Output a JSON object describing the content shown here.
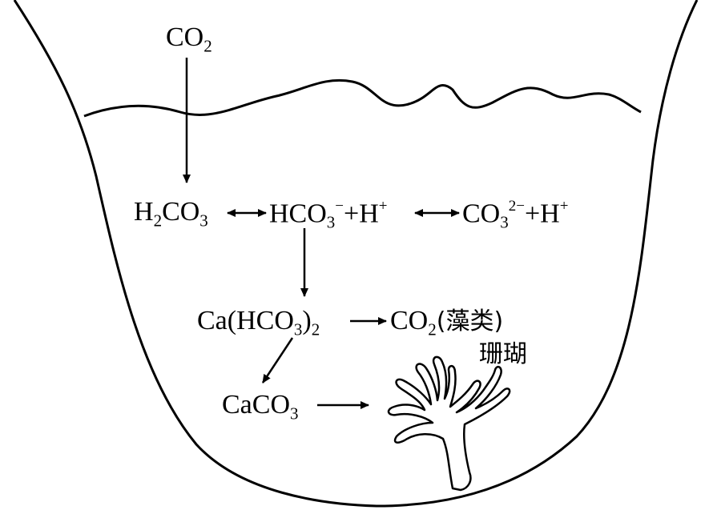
{
  "labels": {
    "co2_top": {
      "base": "CO",
      "sub": "2"
    },
    "h2co3": {
      "p1": "H",
      "sub1": "2",
      "p2": "CO",
      "sub2": "3"
    },
    "hco3_h": {
      "p1": "HCO",
      "sub1": "3",
      "sup1": "−",
      "p2": "+H",
      "sup2": "+"
    },
    "co3_h": {
      "p1": "CO",
      "sub1": "3",
      "sup1": "2−",
      "p2": "+H",
      "sup2": "+"
    },
    "cahco3": {
      "p1": "Ca(HCO",
      "sub1": "3",
      "p2": ")",
      "sub2": "2"
    },
    "co2_algae": {
      "p1": "CO",
      "sub1": "2",
      "p2": "(藻类)"
    },
    "coral": "珊瑚",
    "caco3": {
      "p1": "CaCO",
      "sub1": "3"
    }
  }
}
